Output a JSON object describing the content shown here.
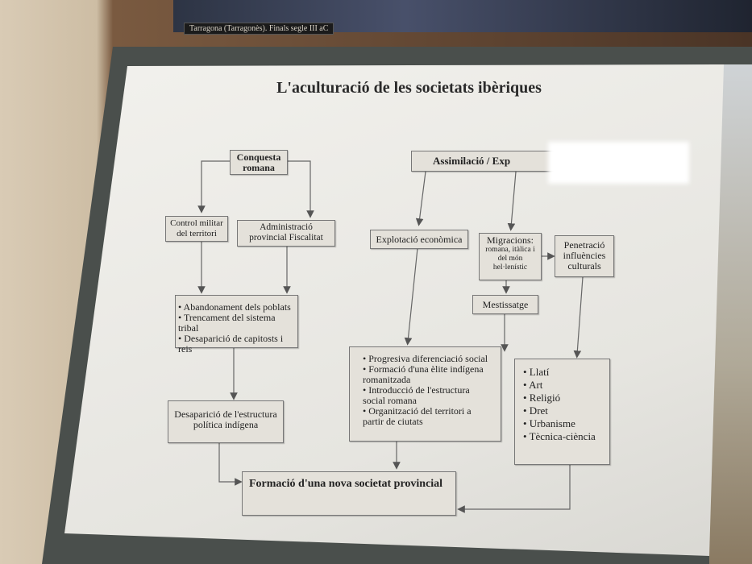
{
  "caption": "Tarragona (Tarragonès). Finals segle III aC",
  "title": "L'aculturació de les societats ibèriques",
  "nodes": {
    "conquesta": "Conquesta romana",
    "assimilacio": "Assimilació / Exp",
    "control": "Control militar del territori",
    "administracio": "Administració provincial Fiscalitat",
    "explotacio": "Explotació econòmica",
    "migracions_title": "Migracions:",
    "migracions_sub": "romana, itàlica i del món hel·lenístic",
    "penetracio": "Penetració influències culturals",
    "mestissatge": "Mestissatge",
    "abandonament": [
      "• Abandonament dels poblats",
      "• Trencament del sistema tribal",
      "• Desaparició de capitosts i reis"
    ],
    "progresiva": [
      "• Progresiva diferenciació social",
      "• Formació d'una èlite indígena romanitzada",
      "• Introducció de l'estructura social romana",
      "• Organització del territori a partir de ciutats"
    ],
    "cultura": [
      "• Llatí",
      "• Art",
      "• Religió",
      "• Dret",
      "• Urbanisme",
      "• Tècnica-ciència"
    ],
    "desaparicio": "Desaparició de l'estructura política indígena",
    "formacio": "Formació d'una nova societat provincial"
  }
}
